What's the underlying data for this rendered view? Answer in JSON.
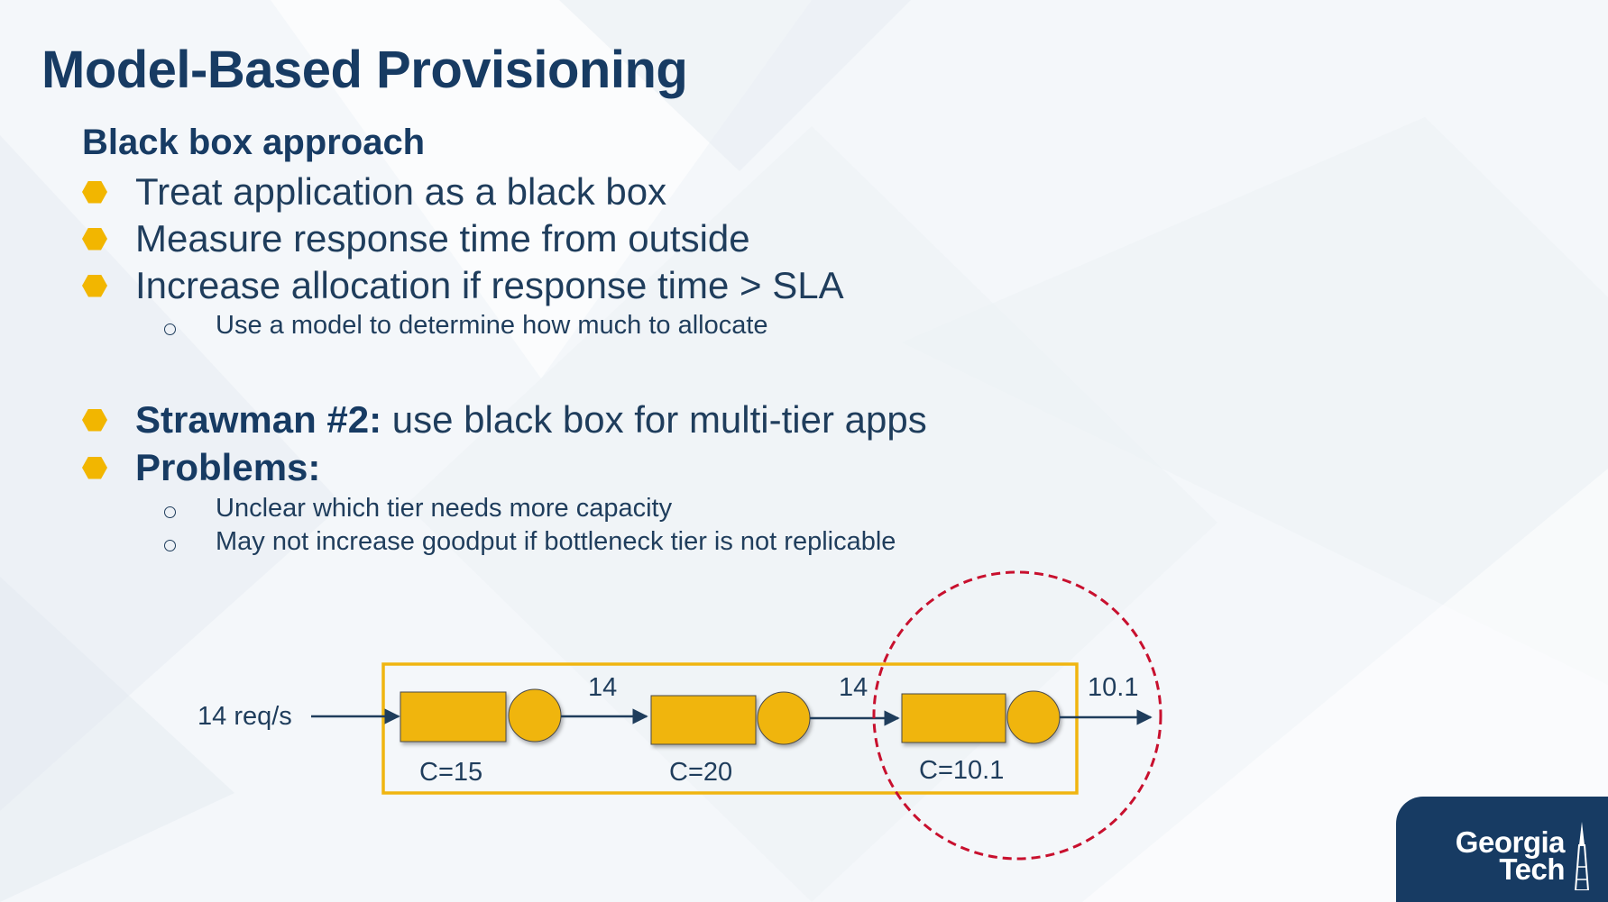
{
  "slide": {
    "title": "Model-Based Provisioning",
    "subheading": "Black box approach",
    "bullets": [
      "Treat application as a black box",
      "Measure response time from outside",
      "Increase allocation if response time > SLA"
    ],
    "sub_bullet_1": "Use a model to determine how much to allocate",
    "strawman_label": "Strawman #2:",
    "strawman_text": " use black box for multi-tier apps",
    "problems_label": "Problems:",
    "problems": [
      "Unclear which tier needs more capacity",
      "May not increase goodput if bottleneck tier is not replicable"
    ]
  },
  "diagram": {
    "input_label": "14 req/s",
    "tiers": [
      {
        "capacity_label": "C=15",
        "output_rate": "14"
      },
      {
        "capacity_label": "C=20",
        "output_rate": "14"
      },
      {
        "capacity_label": "C=10.1",
        "output_rate": "10.1"
      }
    ],
    "highlighted_tier": 3,
    "colors": {
      "queue": "#f0b510",
      "outline": "#f0b510",
      "highlight": "#c8102e",
      "arrow": "#1f3d5c"
    }
  },
  "logo": {
    "line1": "Georgia",
    "line2": "Tech",
    "icon": "tech-tower-icon"
  },
  "theme": {
    "title_color": "#173b63",
    "bullet_color": "#f2b600"
  }
}
